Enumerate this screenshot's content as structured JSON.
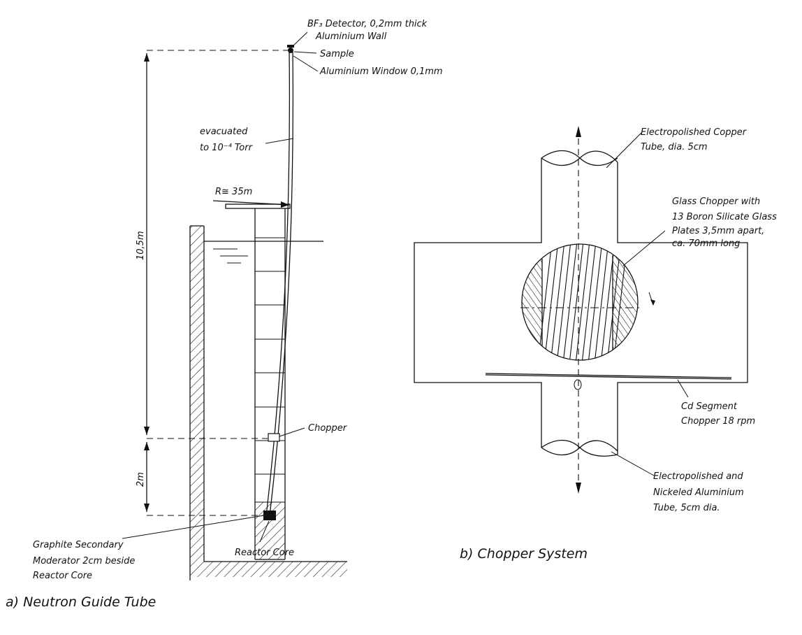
{
  "guide_tube": {
    "detector_label_line1": "BF₃ Detector, 0,2mm thick",
    "detector_label_line2": "Aluminium Wall",
    "sample_label": "Sample",
    "window_label": "Aluminium Window 0,1mm",
    "evacuated_line1": "evacuated",
    "evacuated_line2": "to 10⁻⁴ Torr",
    "radius_label": "R≅ 35m",
    "height_upper_label": "10,5m",
    "height_lower_label": "2m",
    "chopper_label": "Chopper",
    "reactor_core_label": "Reactor Core",
    "graphite_line1": "Graphite Secondary",
    "graphite_line2": "Moderator 2cm beside",
    "graphite_line3": "Reactor Core",
    "caption": "a) Neutron Guide Tube"
  },
  "chopper_system": {
    "copper_tube_line1": "Electropolished Copper",
    "copper_tube_line2": "Tube, dia. 5cm",
    "glass_line1": "Glass Chopper with",
    "glass_line2": "13 Boron Silicate Glass",
    "glass_line3": "Plates 3,5mm apart,",
    "glass_line4": "ca. 70mm long",
    "cd_line1": "Cd Segment",
    "cd_line2": "Chopper 18 rpm",
    "nickel_line1": "Electropolished and",
    "nickel_line2": "Nickeled Aluminium",
    "nickel_line3": "Tube, 5cm dia.",
    "caption": "b) Chopper System"
  }
}
